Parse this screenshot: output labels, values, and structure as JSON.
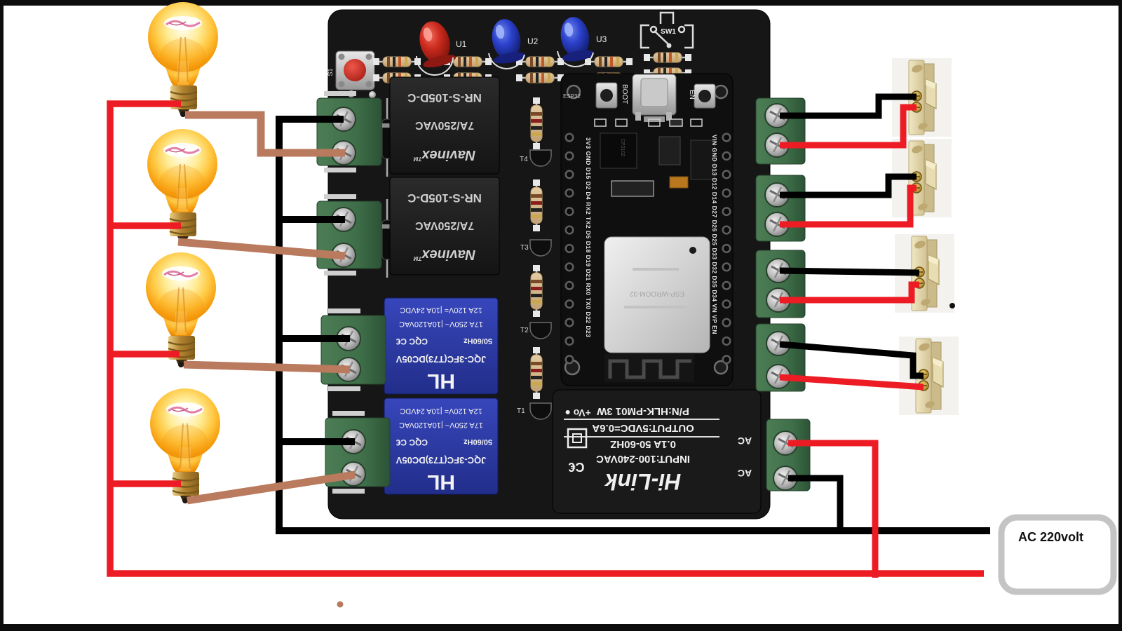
{
  "pcb": {
    "button_label": "S1",
    "sw1_label": "SW1",
    "led_labels": {
      "u1": "U1",
      "u2": "U2",
      "u3": "U3"
    },
    "transistor_labels": {
      "t1": "T1",
      "t2": "T2",
      "t3": "T3",
      "t4": "T4"
    },
    "ac_pads": {
      "top": "AC",
      "bottom": "AC"
    },
    "relay_black": {
      "model": "NR-S-105D-C",
      "rating": "7A/250VAC",
      "brand": "Navinex",
      "tm": "TM"
    },
    "relay_blue": {
      "brand": "HL",
      "model": "JQC-3FC(T73)DC05V",
      "freq": "50/60Hz",
      "certs": "CQC  C€",
      "rating_ac": "17A 250V~ |10A120VAC",
      "rating_dc": "12A 120V= |10A 24VDC"
    }
  },
  "esp32": {
    "silk": "ESP32",
    "boot": "BOOT",
    "en": "EN",
    "usb_chip": "CP2102",
    "shield": "ESP-WROOM-32",
    "left_pins": "3V3 GND D15 D2 D4 RX2 TX2 D5 D18 D19 D21 RX0 TX0 D22 D23",
    "right_pins": "VIN GND D13 D12 D14 D27 D26 D25 D33 D32 D35 D34 VN VP EN"
  },
  "hilink": {
    "brand": "Hi-Link",
    "input": "INPUT:100-240VAC",
    "current": "0.1A 50-60HZ",
    "output": "OUTPUT:5VDC=0.6A",
    "part": "P/N:HLK-PM01 3W",
    "vo": "+Vo ●",
    "ce": "C€"
  },
  "ac_source": {
    "label": "AC 220volt"
  },
  "colors": {
    "wire_live": "#ed1c24",
    "wire_neutral": "#000000",
    "wire_lamp": "#b97a5e",
    "pcb": "#161616",
    "relay_blue": "#2c3aa8",
    "terminal_green": "#3f6f49",
    "switch_beige": "#d9c998",
    "ac_box_border": "#c4c4c4"
  }
}
